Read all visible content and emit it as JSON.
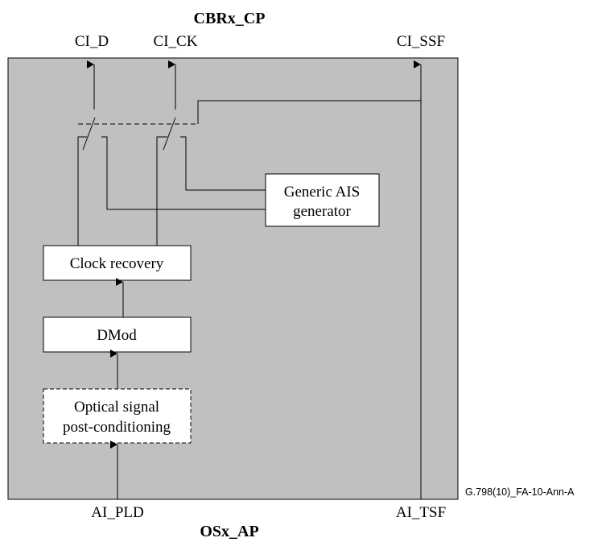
{
  "diagram": {
    "top_label": "CBRx_CP",
    "bottom_label": "OSx_AP",
    "ports_top": {
      "ci_d": "CI_D",
      "ci_ck": "CI_CK",
      "ci_ssf": "CI_SSF"
    },
    "ports_bottom": {
      "ai_pld": "AI_PLD",
      "ai_tsf": "AI_TSF"
    },
    "blocks": {
      "ais_line1": "Generic AIS",
      "ais_line2": "generator",
      "clock_recovery": "Clock recovery",
      "dmod": "DMod",
      "optical_line1": "Optical signal",
      "optical_line2": "post-conditioning"
    },
    "figure_id": "G.798(10)_FA-10-Ann-A",
    "colors": {
      "panel": "#c0c0c0",
      "line": "#000000",
      "box": "#ffffff"
    }
  }
}
